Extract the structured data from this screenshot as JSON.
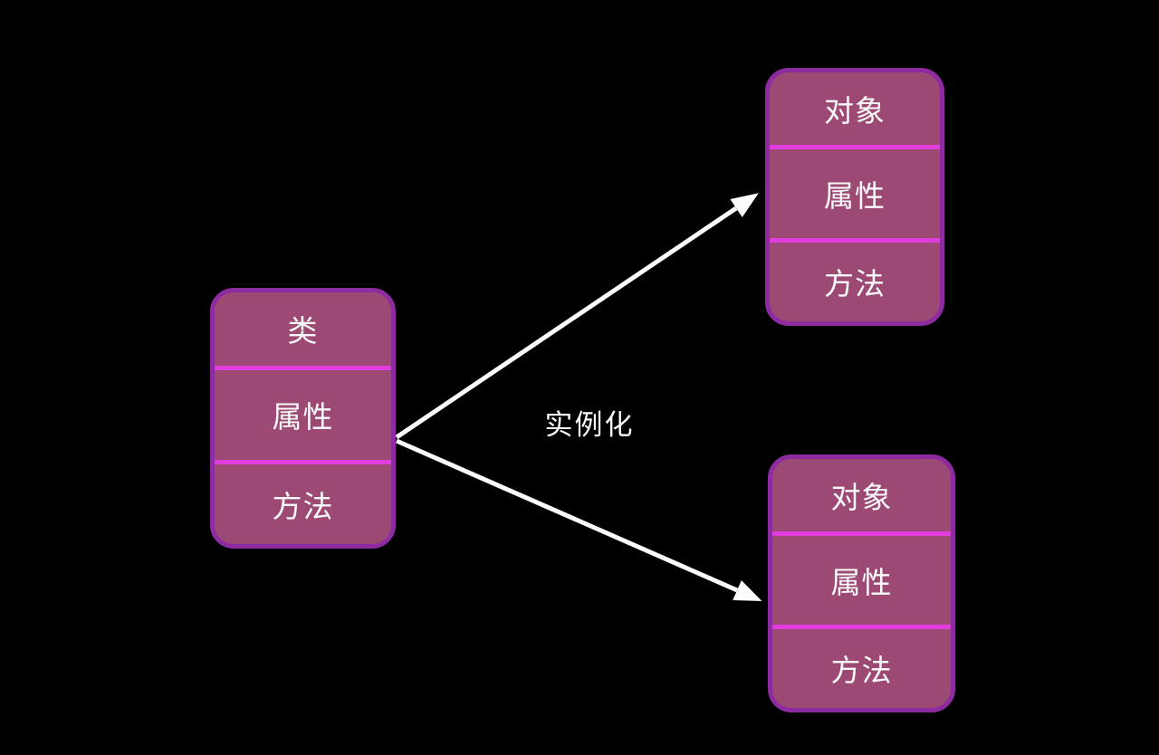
{
  "colors": {
    "background": "#000000",
    "box_fill": "#9c4a73",
    "box_border": "#8f2ba1",
    "divider": "#e13ddd",
    "arrow": "#fcfcfc",
    "text": "#fafafa"
  },
  "boxes": {
    "class": {
      "rows": [
        "类",
        "属性",
        "方法"
      ]
    },
    "object_top": {
      "rows": [
        "对象",
        "属性",
        "方法"
      ]
    },
    "object_bottom": {
      "rows": [
        "对象",
        "属性",
        "方法"
      ]
    }
  },
  "arrow": {
    "label": "实例化"
  }
}
